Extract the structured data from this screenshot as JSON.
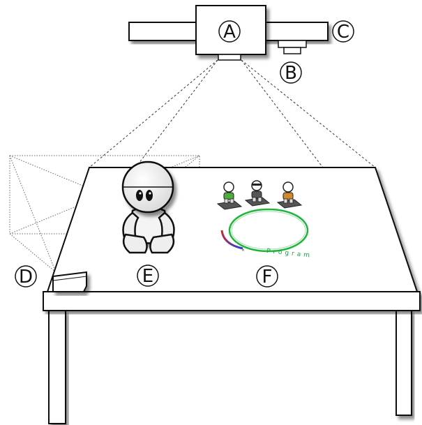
{
  "labels": {
    "a": "A",
    "b": "B",
    "c": "C",
    "d": "D",
    "e": "E",
    "f": "F"
  },
  "program_text": "Program",
  "colors": {
    "ring": "#1fb53a",
    "arc_red": "#d62828",
    "arc_blue": "#2b3bd6",
    "stroke": "#111111"
  }
}
